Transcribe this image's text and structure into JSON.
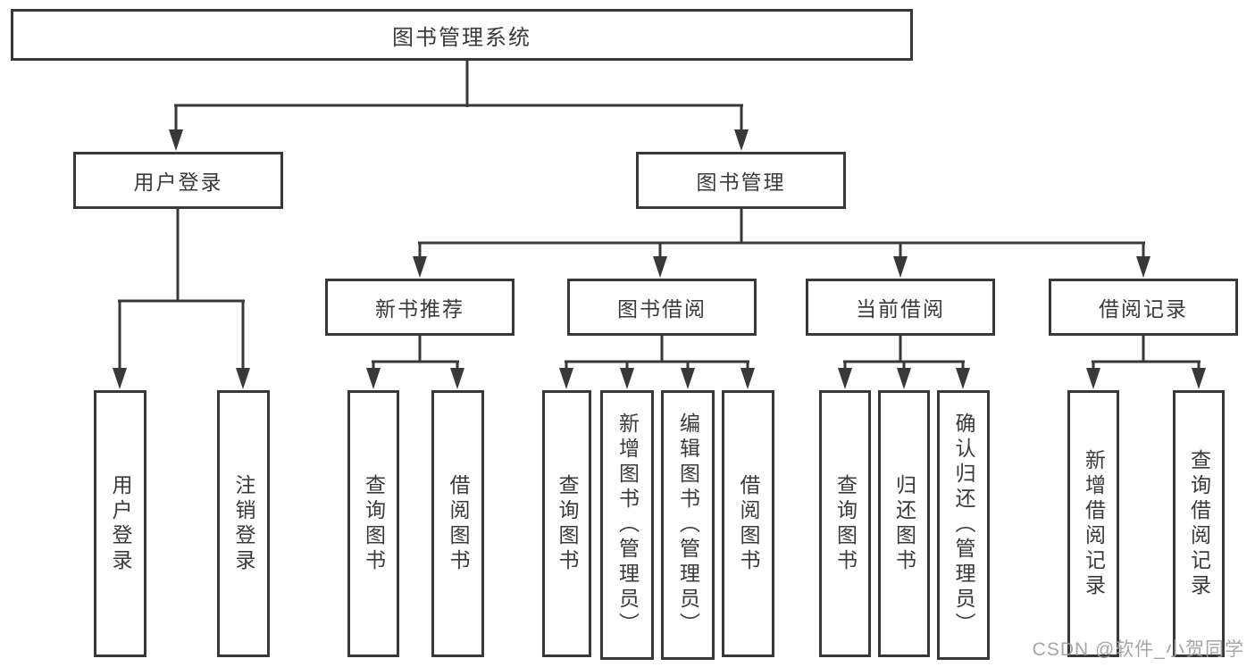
{
  "diagram": {
    "title": "图书管理系统",
    "branches": [
      {
        "label": "用户登录",
        "children": [
          "用户登录",
          "注销登录"
        ]
      },
      {
        "label": "图书管理",
        "children": [
          {
            "label": "新书推荐",
            "children": [
              "查询图书",
              "借阅图书"
            ]
          },
          {
            "label": "图书借阅",
            "children": [
              "查询图书",
              "新增图书（管理员）",
              "编辑图书（管理员）",
              "借阅图书"
            ]
          },
          {
            "label": "当前借阅",
            "children": [
              "查询图书",
              "归还图书",
              "确认归还（管理员）"
            ]
          },
          {
            "label": "借阅记录",
            "children": [
              "新增借阅记录",
              "查询借阅记录"
            ]
          }
        ]
      }
    ],
    "colors": {
      "line": "#383838",
      "text": "#3a3a3a",
      "watermark": "#9d9d9d"
    }
  },
  "watermark": "CSDN @软件_小贺同学"
}
